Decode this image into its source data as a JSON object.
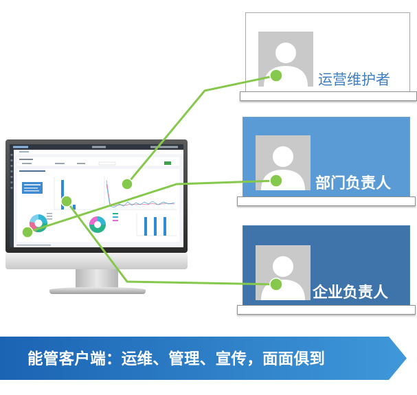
{
  "roles": [
    {
      "label": "运营维护者"
    },
    {
      "label": "部门负责人"
    },
    {
      "label": "企业负责人"
    }
  ],
  "banner": {
    "text": "能管客户端：运维、管理、宣传，面面俱到"
  },
  "colors": {
    "card_top_bg": "#ffffff",
    "card_top_text": "#3f7fc1",
    "card_mid_bg": "#5b9bd5",
    "card_bottom_bg": "#3e74aa",
    "connector": "#86c84c",
    "banner_start": "#1b63b3",
    "banner_end": "#3f98d9"
  },
  "icons": {
    "avatar": "user-silhouette-icon",
    "connector_dot": "green-dot-icon"
  }
}
